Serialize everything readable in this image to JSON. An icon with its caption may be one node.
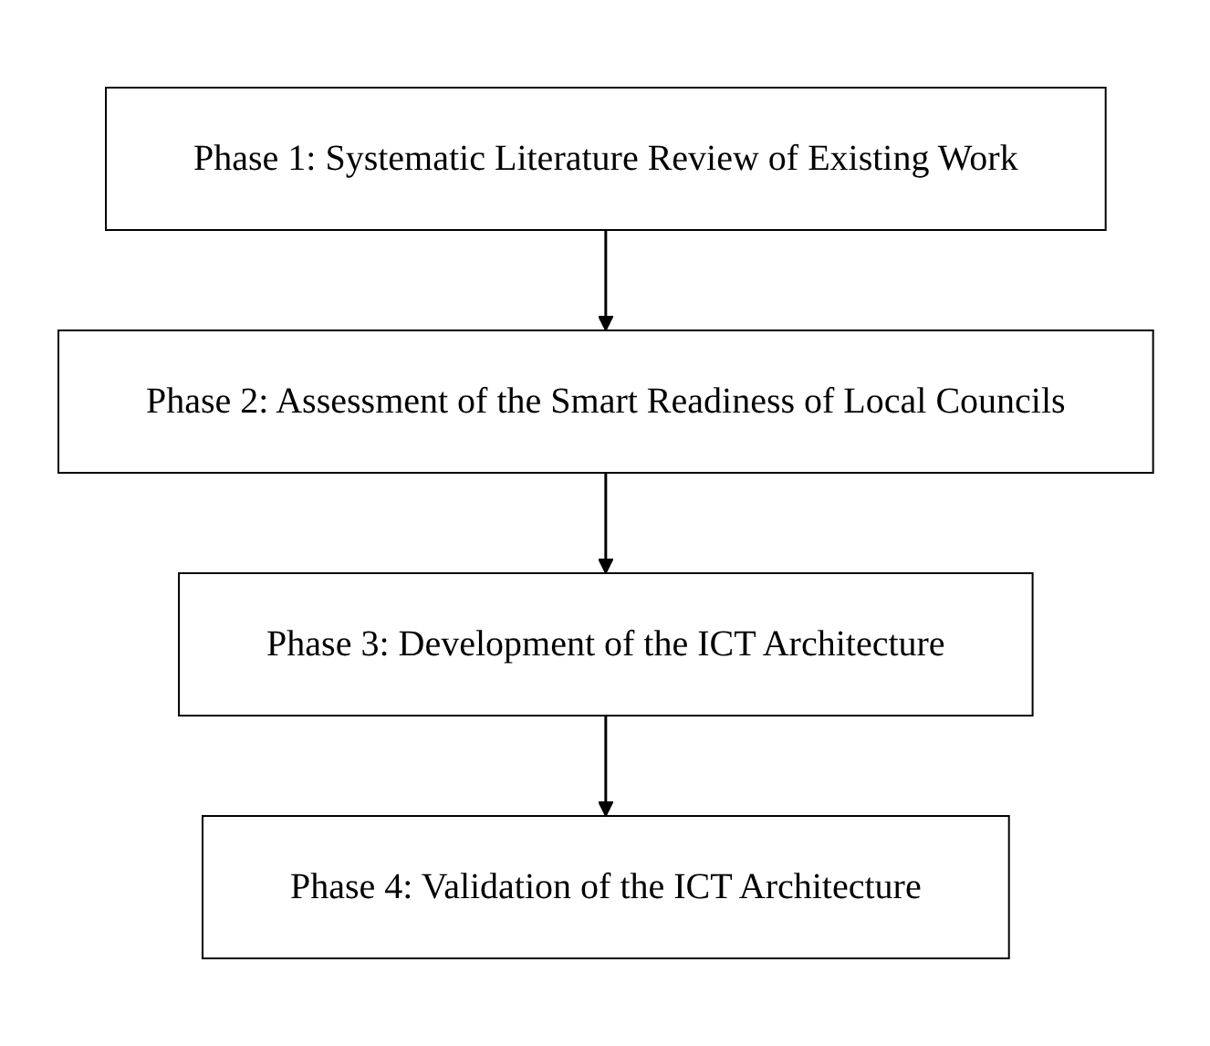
{
  "diagram": {
    "nodes": [
      {
        "text": [
          "Phase 1: Systematic Literature Review of Existing Work"
        ]
      },
      {
        "text": [
          "Phase 2: Assessment of the Smart Readiness of Local Councils"
        ]
      },
      {
        "text": [
          "Phase 3: Development of the ICT Architecture"
        ]
      },
      {
        "text": [
          "Phase 4: Validation of the ICT Architecture"
        ]
      }
    ],
    "edges": [
      {
        "from": 0,
        "to": 1,
        "arrow": "to"
      },
      {
        "from": 1,
        "to": 2,
        "arrow": "to"
      },
      {
        "from": 2,
        "to": 3,
        "arrow": "to"
      }
    ]
  }
}
